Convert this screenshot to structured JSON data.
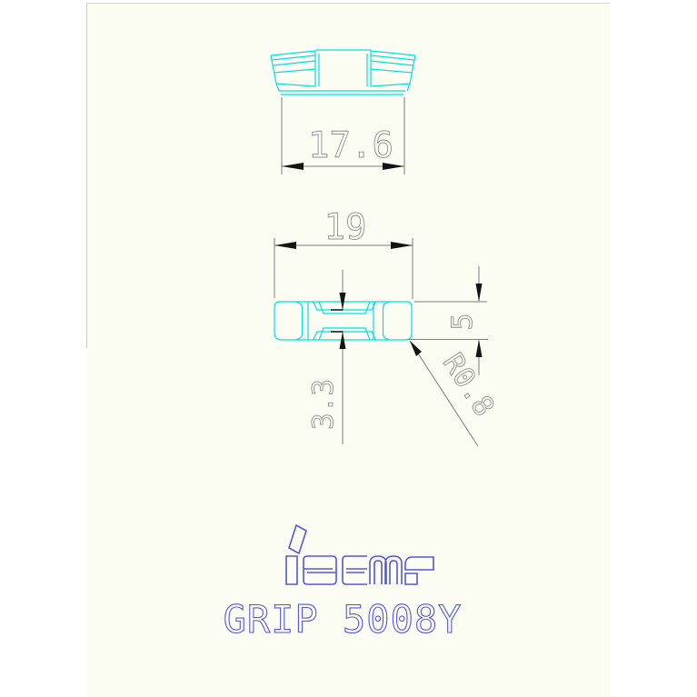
{
  "product": {
    "label": "GRIP 5008Y",
    "brand": "iscar"
  },
  "dimensions": {
    "top_width": "17.6",
    "overall_length": "19",
    "height": "5",
    "neck_thickness": "3.3",
    "corner_radius": "R0.8"
  },
  "colors": {
    "part_outline": "#00e0e0",
    "dimension_lines": "#7d7d7d",
    "dimension_text": "#8f8f8f",
    "arrow": "#141414",
    "brand_blue": "#5456dd",
    "sheet_background": "#fbfdf3",
    "page_background": "#ffffff"
  }
}
